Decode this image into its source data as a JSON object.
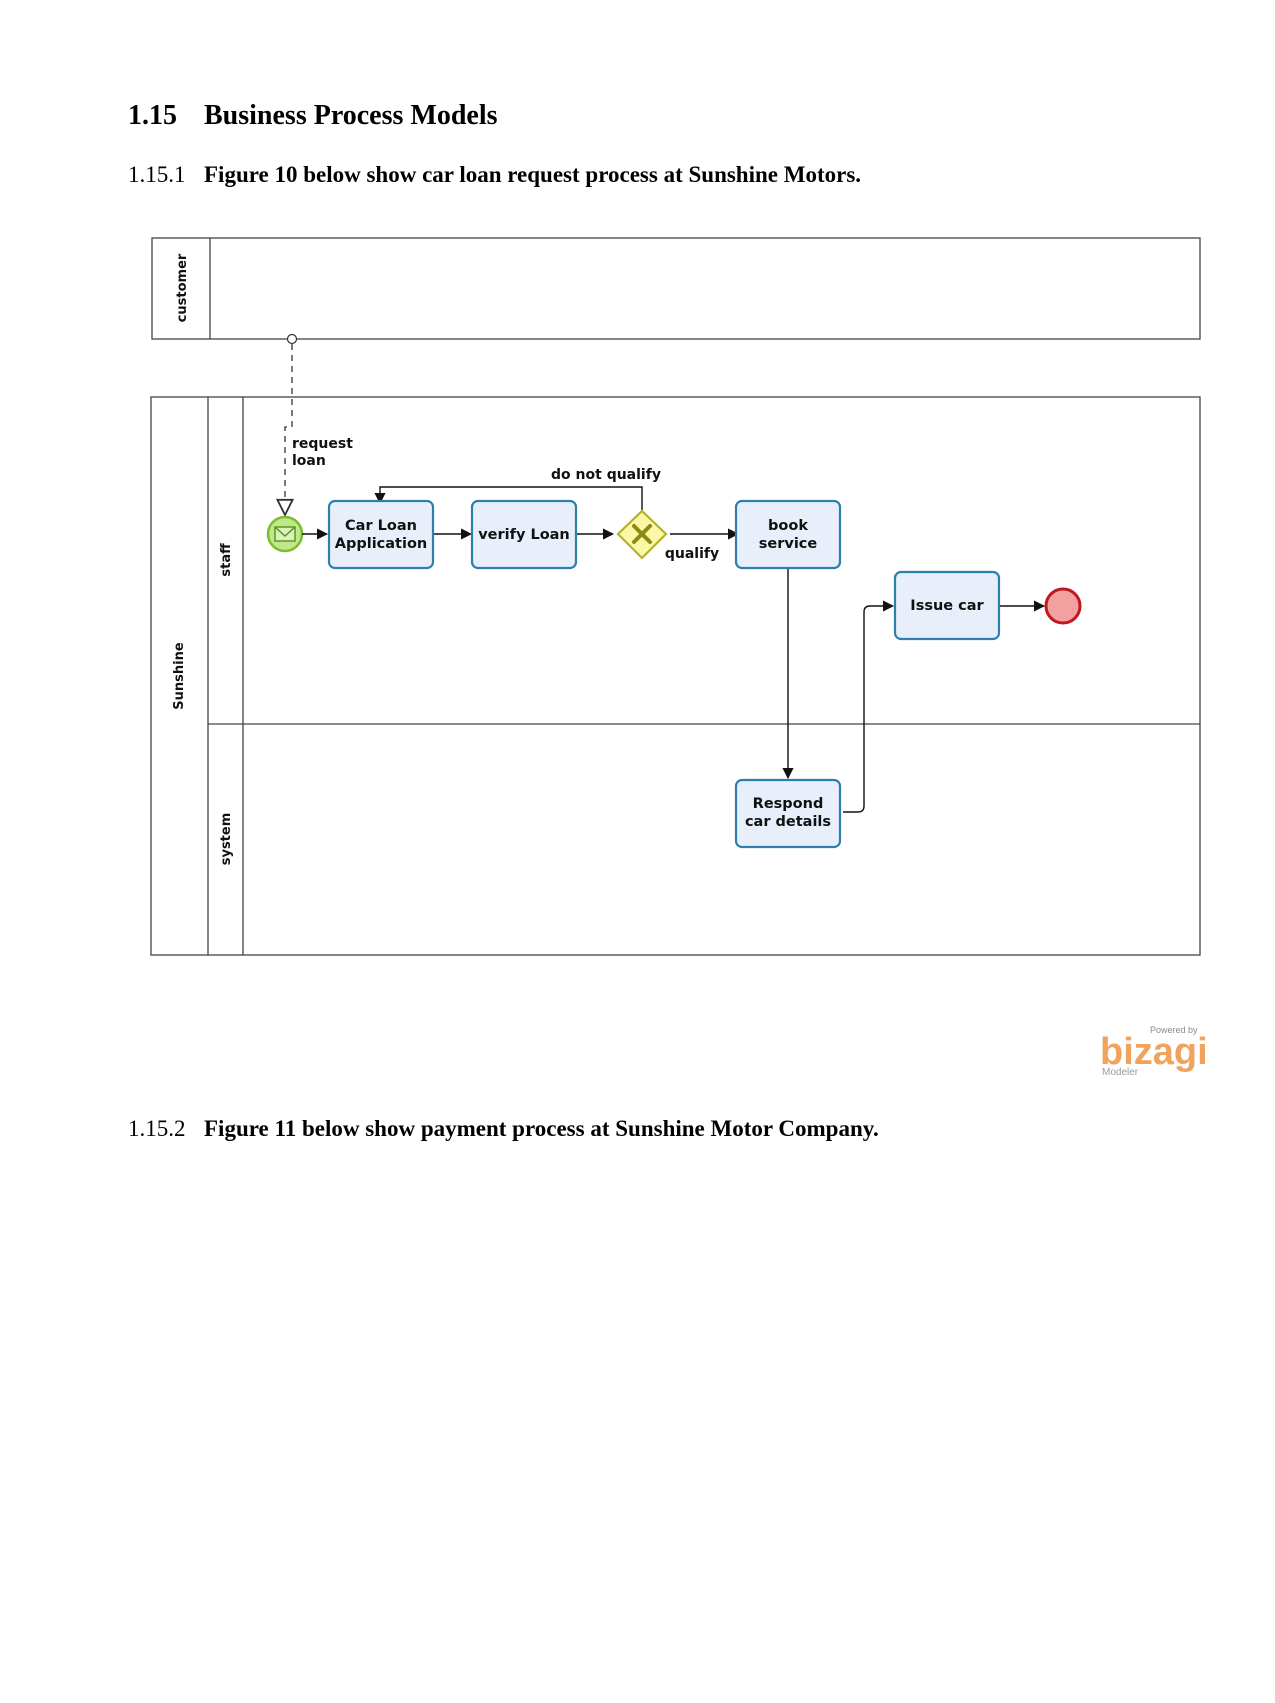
{
  "section": {
    "number": "1.15",
    "title": "Business Process Models"
  },
  "subsections": [
    {
      "number": "1.15.1",
      "title": "Figure 10 below show car loan request process at Sunshine Motors."
    },
    {
      "number": "1.15.2",
      "title": "Figure 11 below show payment process at Sunshine Motor Company."
    }
  ],
  "diagram": {
    "pools": {
      "customer": "customer",
      "sunshine": "Sunshine"
    },
    "lanes": {
      "staff": "staff",
      "system": "system"
    },
    "tasks": {
      "car_loan_application": [
        "Car Loan",
        "Application"
      ],
      "verify_loan": "verify Loan",
      "book_service": [
        "book",
        "service"
      ],
      "issue_car": "Issue car",
      "respond_car_details": [
        "Respond",
        "car details"
      ]
    },
    "flows": {
      "request_loan": [
        "request",
        "loan"
      ],
      "do_not_qualify": "do not qualify",
      "qualify": "qualify"
    },
    "colors": {
      "task_fill": "#e8effb",
      "task_border": "#2f7fae",
      "start_fill": "#bfe88a",
      "start_border": "#7bbd2a",
      "end_fill": "#f2a0a0",
      "end_border": "#c0181d",
      "gateway_fill": "#fbf7a6",
      "gateway_border": "#b4b22b",
      "gateway_mark": "#8c8a10"
    }
  },
  "watermark": {
    "powered_by": "Powered by",
    "logo": "bizagi",
    "product": "Modeler",
    "colors": {
      "logo_main": "#f0a35c",
      "logo_dot": "#f0a35c"
    }
  }
}
